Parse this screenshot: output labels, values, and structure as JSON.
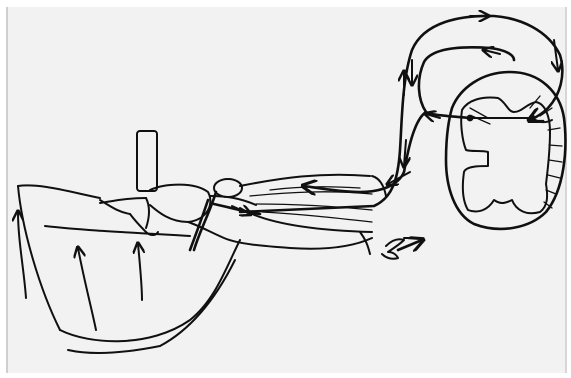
{
  "diagram": {
    "ink_color": "#101010",
    "paper_color": "#f2f2f2",
    "components": [
      "knee",
      "reflex-hammer",
      "upward-arrows",
      "thigh-muscle",
      "sensory-pathway",
      "motor-pathway",
      "spinal-cord-cross-section",
      "leg-kick-scribble"
    ]
  }
}
